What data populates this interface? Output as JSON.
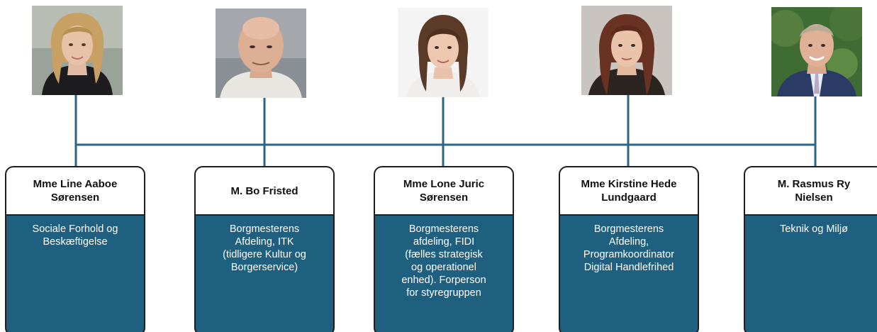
{
  "colors": {
    "card_body": "#1f5f7f",
    "connector": "#2b6682",
    "card_border": "#1e1e1e"
  },
  "people": [
    {
      "name": "Mme Line Aaboe\nSørensen",
      "role": "Sociale Forhold og\nBeskæftigelse",
      "photo": "woman-blonde-curly-portrait"
    },
    {
      "name": "M. Bo Fristed",
      "role": "Borgmesterens\nAfdeling, ITK\n(tidligere Kultur og\nBorgerservice)",
      "photo": "man-bald-portrait"
    },
    {
      "name": "Mme Lone Juric\nSørensen",
      "role": "Borgmesterens\nafdeling, FIDI\n(fælles strategisk\nog operationel\nenhed). Forperson\nfor styregruppen",
      "photo": "woman-brown-hair-portrait"
    },
    {
      "name": "Mme Kirstine Hede\nLundgaard",
      "role": "Borgmesterens\nAfdeling,\nProgramkoordinator\nDigital Handlefrihed",
      "photo": "woman-auburn-hair-portrait"
    },
    {
      "name": "M. Rasmus Ry\nNielsen",
      "role": "Teknik og Miljø",
      "photo": "man-suit-outdoor-portrait"
    }
  ]
}
